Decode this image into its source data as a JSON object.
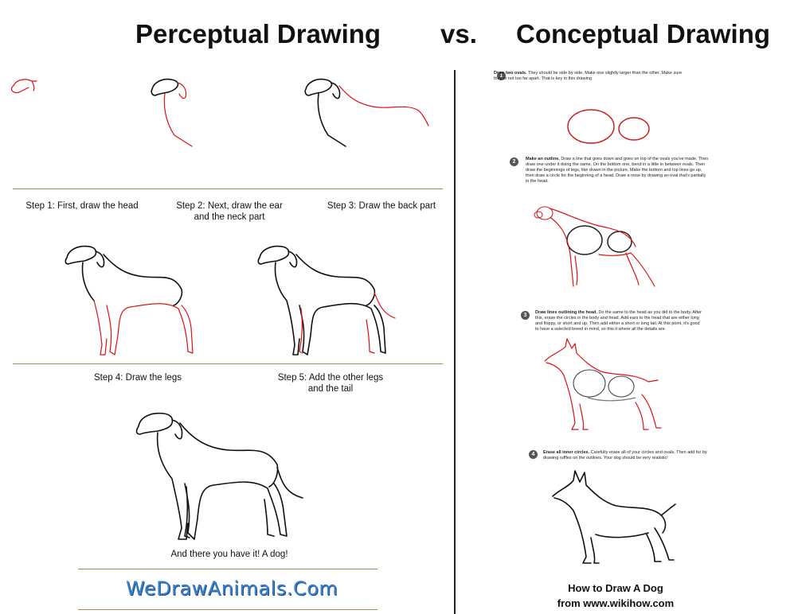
{
  "titles": {
    "left": "Perceptual Drawing",
    "vs": "vs.",
    "right": "Conceptual Drawing"
  },
  "left_steps": {
    "step1": "Step 1: First, draw the head",
    "step2_line1": "Step 2: Next, draw the ear",
    "step2_line2": "and the neck part",
    "step3": "Step 3: Draw the back part",
    "step4": "Step 4: Draw the legs",
    "step5_line1": "Step 5: Add the other legs",
    "step5_line2": "and the tail",
    "final": "And there you have it! A dog!"
  },
  "logo": "WeDrawAnimals.Com",
  "right_steps": [
    {
      "num": "1",
      "bold": "Draw two ovals.",
      "text": " They should be side by side. Make one slightly larger than the other. Make sure they're not too far apart. That is key in this drawing"
    },
    {
      "num": "2",
      "bold": "Make an outline.",
      "text": " Draw a line that goes down and goes on top of the ovals you've made. Then draw one under it doing the same. On the bottom one, bend in a little in between ovals. Then draw the beginnings of legs, like drawn in the picture. Make the bottom and top lines go up, then draw a circle for the beginning of a head. Draw a nose by drawing an oval that's partially in the head."
    },
    {
      "num": "3",
      "bold": "Draw lines outlining the head.",
      "text": " Do the same to the head as you did to the body. After this, erase the circles in the body and head. Add ears to the head that are either long and floppy, or short and up. Then add either a short or long tail. At this point, it's good to have a selected breed in-mind, so this it where all the details are."
    },
    {
      "num": "4",
      "bold": "Erase all inner circles.",
      "text": " Carefully erase all of your circles and ovals. Then add fur by drawing ruffles on the outlines. Your dog should be very realistic!"
    }
  ],
  "credit": {
    "line1": "How to Draw A Dog",
    "line2": "from www.wikihow.com"
  }
}
